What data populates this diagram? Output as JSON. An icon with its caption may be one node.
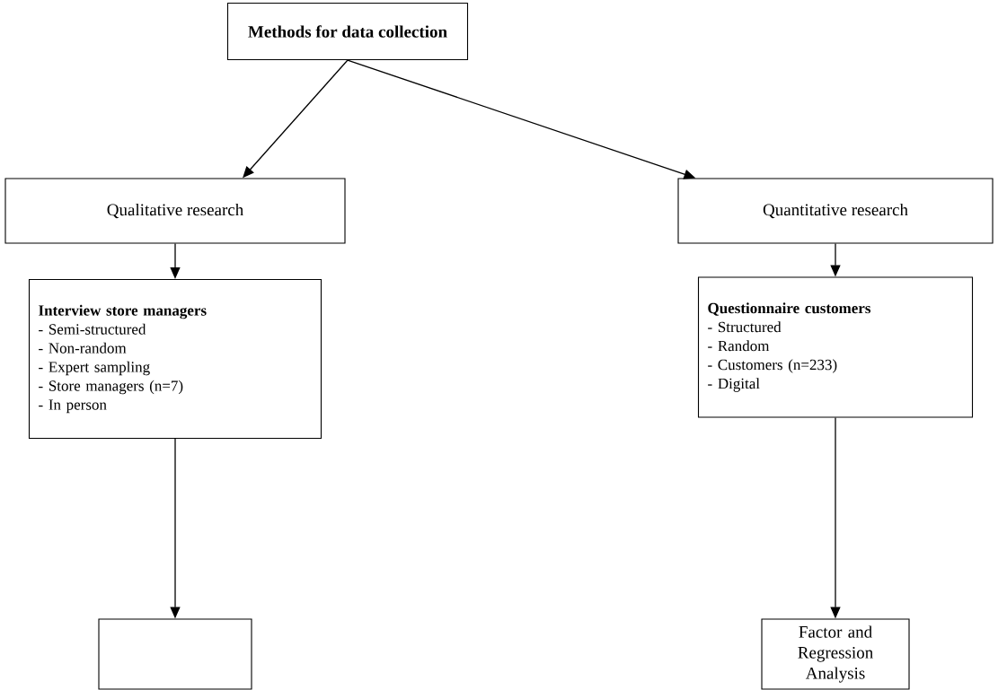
{
  "diagram": {
    "nodes": [
      {
        "text": [
          "Methods for data collection"
        ]
      },
      {
        "text": [
          "Qualitative research"
        ]
      },
      {
        "text": [
          "Quantitative research"
        ]
      },
      {
        "text": [
          "Interview store managers",
          "- Semi-structured",
          "- Non-random",
          "- Expert sampling",
          "- Store managers (n=7)",
          "- In person"
        ]
      },
      {
        "text": [
          "Questionnaire customers",
          "- Structured",
          "- Random",
          "- Customers (n=233)",
          "- Digital"
        ]
      },
      {
        "text": [],
        "shape": "box"
      },
      {
        "text": [
          "Factor and Regression Analysis"
        ]
      }
    ],
    "edges": [
      {
        "from": 0,
        "to": 1,
        "arrow": "to"
      },
      {
        "from": 0,
        "to": 2,
        "arrow": "to"
      },
      {
        "from": 1,
        "to": 3,
        "arrow": "to"
      },
      {
        "from": 2,
        "to": 4,
        "arrow": "to"
      },
      {
        "from": 3,
        "to": 5,
        "arrow": "to"
      },
      {
        "from": 4,
        "to": 6,
        "arrow": "to"
      }
    ]
  }
}
